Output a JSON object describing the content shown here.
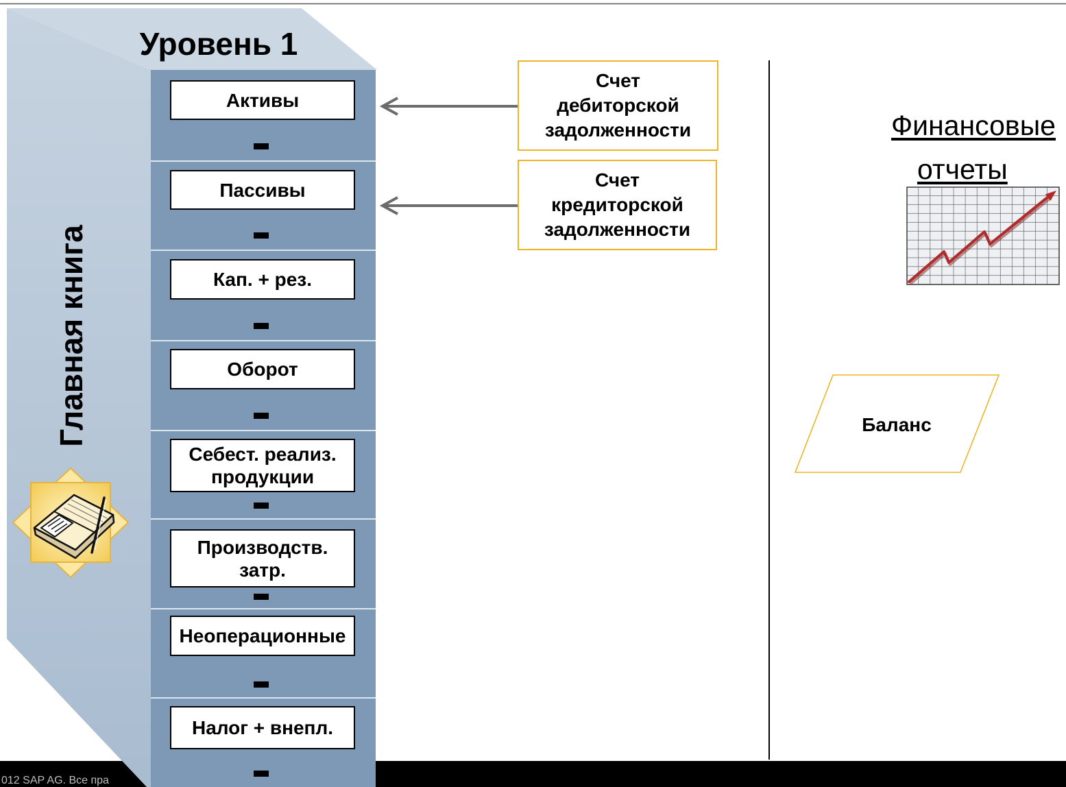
{
  "level_title": "Уровень 1",
  "ledger_title": "Главная книга",
  "account_groups": [
    [
      "Активы"
    ],
    [
      "Пассивы"
    ],
    [
      "Кап. + рез."
    ],
    [
      "Оборот"
    ],
    [
      "Себест. реализ.",
      "продукции"
    ],
    [
      "Производств.",
      "затр."
    ],
    [
      "Неоперационные"
    ],
    [
      "Налог + внепл."
    ]
  ],
  "accounts": [
    [
      "Счет",
      "дебиторской",
      "задолженности"
    ],
    [
      "Счет",
      "кредиторской",
      "задолженности"
    ]
  ],
  "reports": {
    "title": [
      "Финансовые",
      "отчеты"
    ],
    "balance_label": "Баланс"
  },
  "footer": {
    "copyright": "012 SAP AG. Все пра"
  },
  "icons": {
    "ledger": "ledger-book-icon",
    "chart": "chart-trend-icon",
    "arrow": "arrow-left-icon",
    "separator": "minus-icon"
  },
  "colors": {
    "cabinet_front": "#7e99b6",
    "cabinet_side": "#b4c5d7",
    "cabinet_top": "#cbd7e3",
    "cabinet_divider": "#dde5ee",
    "account_border": "#f0b429",
    "arrow": "#6b6b6b",
    "trend_line": "#b22a2a",
    "footer_bar": "#000000"
  }
}
